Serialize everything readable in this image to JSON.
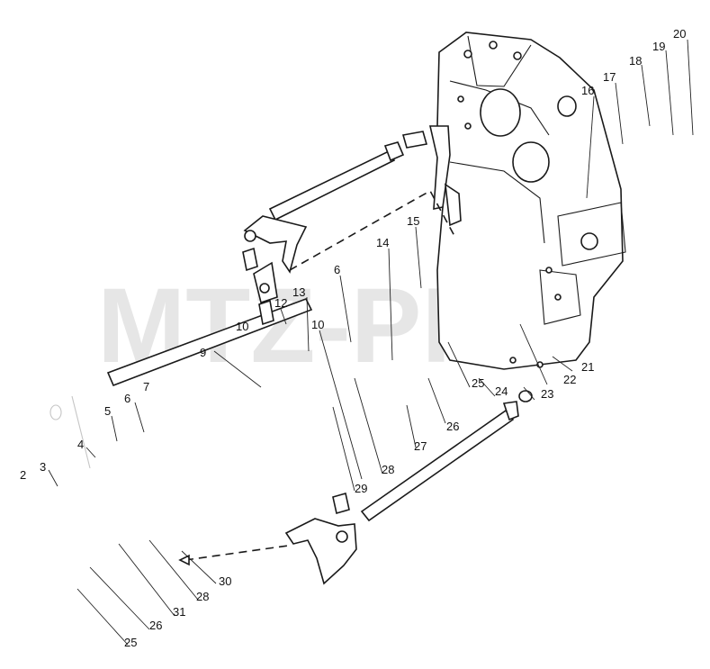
{
  "watermark": "MTZ-PRO",
  "callouts": [
    "20",
    "19",
    "18",
    "17",
    "16",
    "15",
    "14",
    "6",
    "13",
    "12",
    "10",
    "10",
    "9",
    "7",
    "6",
    "5",
    "4",
    "3",
    "2",
    "21",
    "22",
    "23",
    "24",
    "25",
    "26",
    "27",
    "28",
    "29",
    "30",
    "28",
    "31",
    "26",
    "25"
  ]
}
